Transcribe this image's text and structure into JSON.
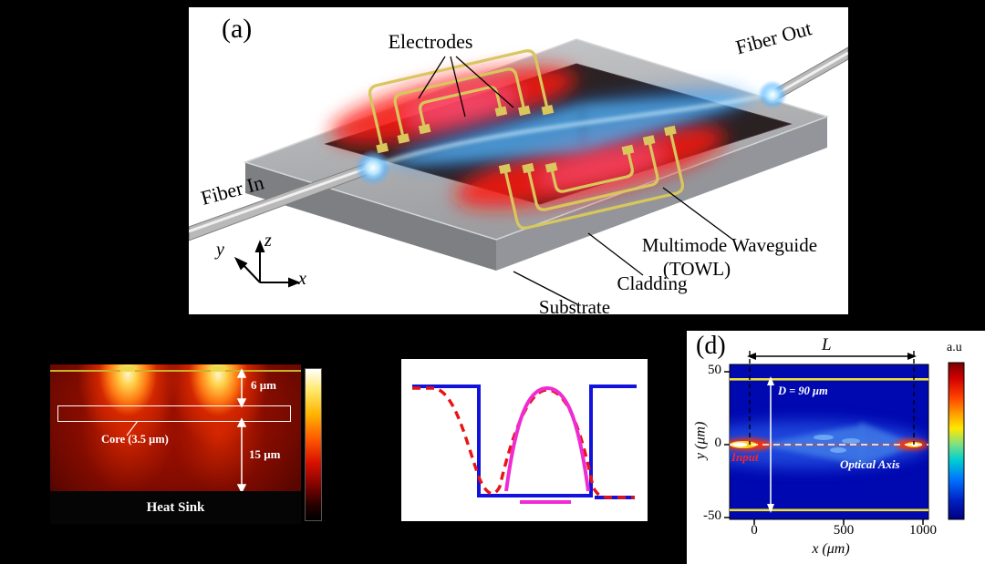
{
  "panel_a": {
    "label": "(a)",
    "electrodes": "Electrodes",
    "fiber_in": "Fiber In",
    "fiber_out": "Fiber Out",
    "waveguide_line1": "Multimode Waveguide",
    "waveguide_line2": "(TOWL)",
    "cladding": "Cladding",
    "substrate": "Substrate",
    "axis_x": "x",
    "axis_y": "y",
    "axis_z": "z"
  },
  "panel_b": {
    "gap_top": "6 μm",
    "gap_bottom": "15 μm",
    "core": "Core  (3.5 μm)",
    "heat_sink": "Heat Sink"
  },
  "panel_d": {
    "label": "(d)",
    "length": "L",
    "diameter": "D = 90 μm",
    "input": "Input",
    "optical_axis": "Optical Axis",
    "colorbar_unit": "a.u",
    "xlabel": "x (μm)",
    "ylabel": "y (μm)",
    "x_ticks": [
      "0",
      "500",
      "1000"
    ],
    "y_ticks": [
      "50",
      "0",
      "-50"
    ]
  },
  "colors": {
    "background": "#000000",
    "electrode_gold": "#d9c65c",
    "beam_blue": "#5ab4ff",
    "glow_red": "#ff2010",
    "profile_blue": "#1212dd",
    "profile_red": "#e81414",
    "profile_magenta": "#ee2cd0",
    "sim_background_blue": "#0008b0",
    "waveguide_wall_yellow": "#f0e030"
  }
}
